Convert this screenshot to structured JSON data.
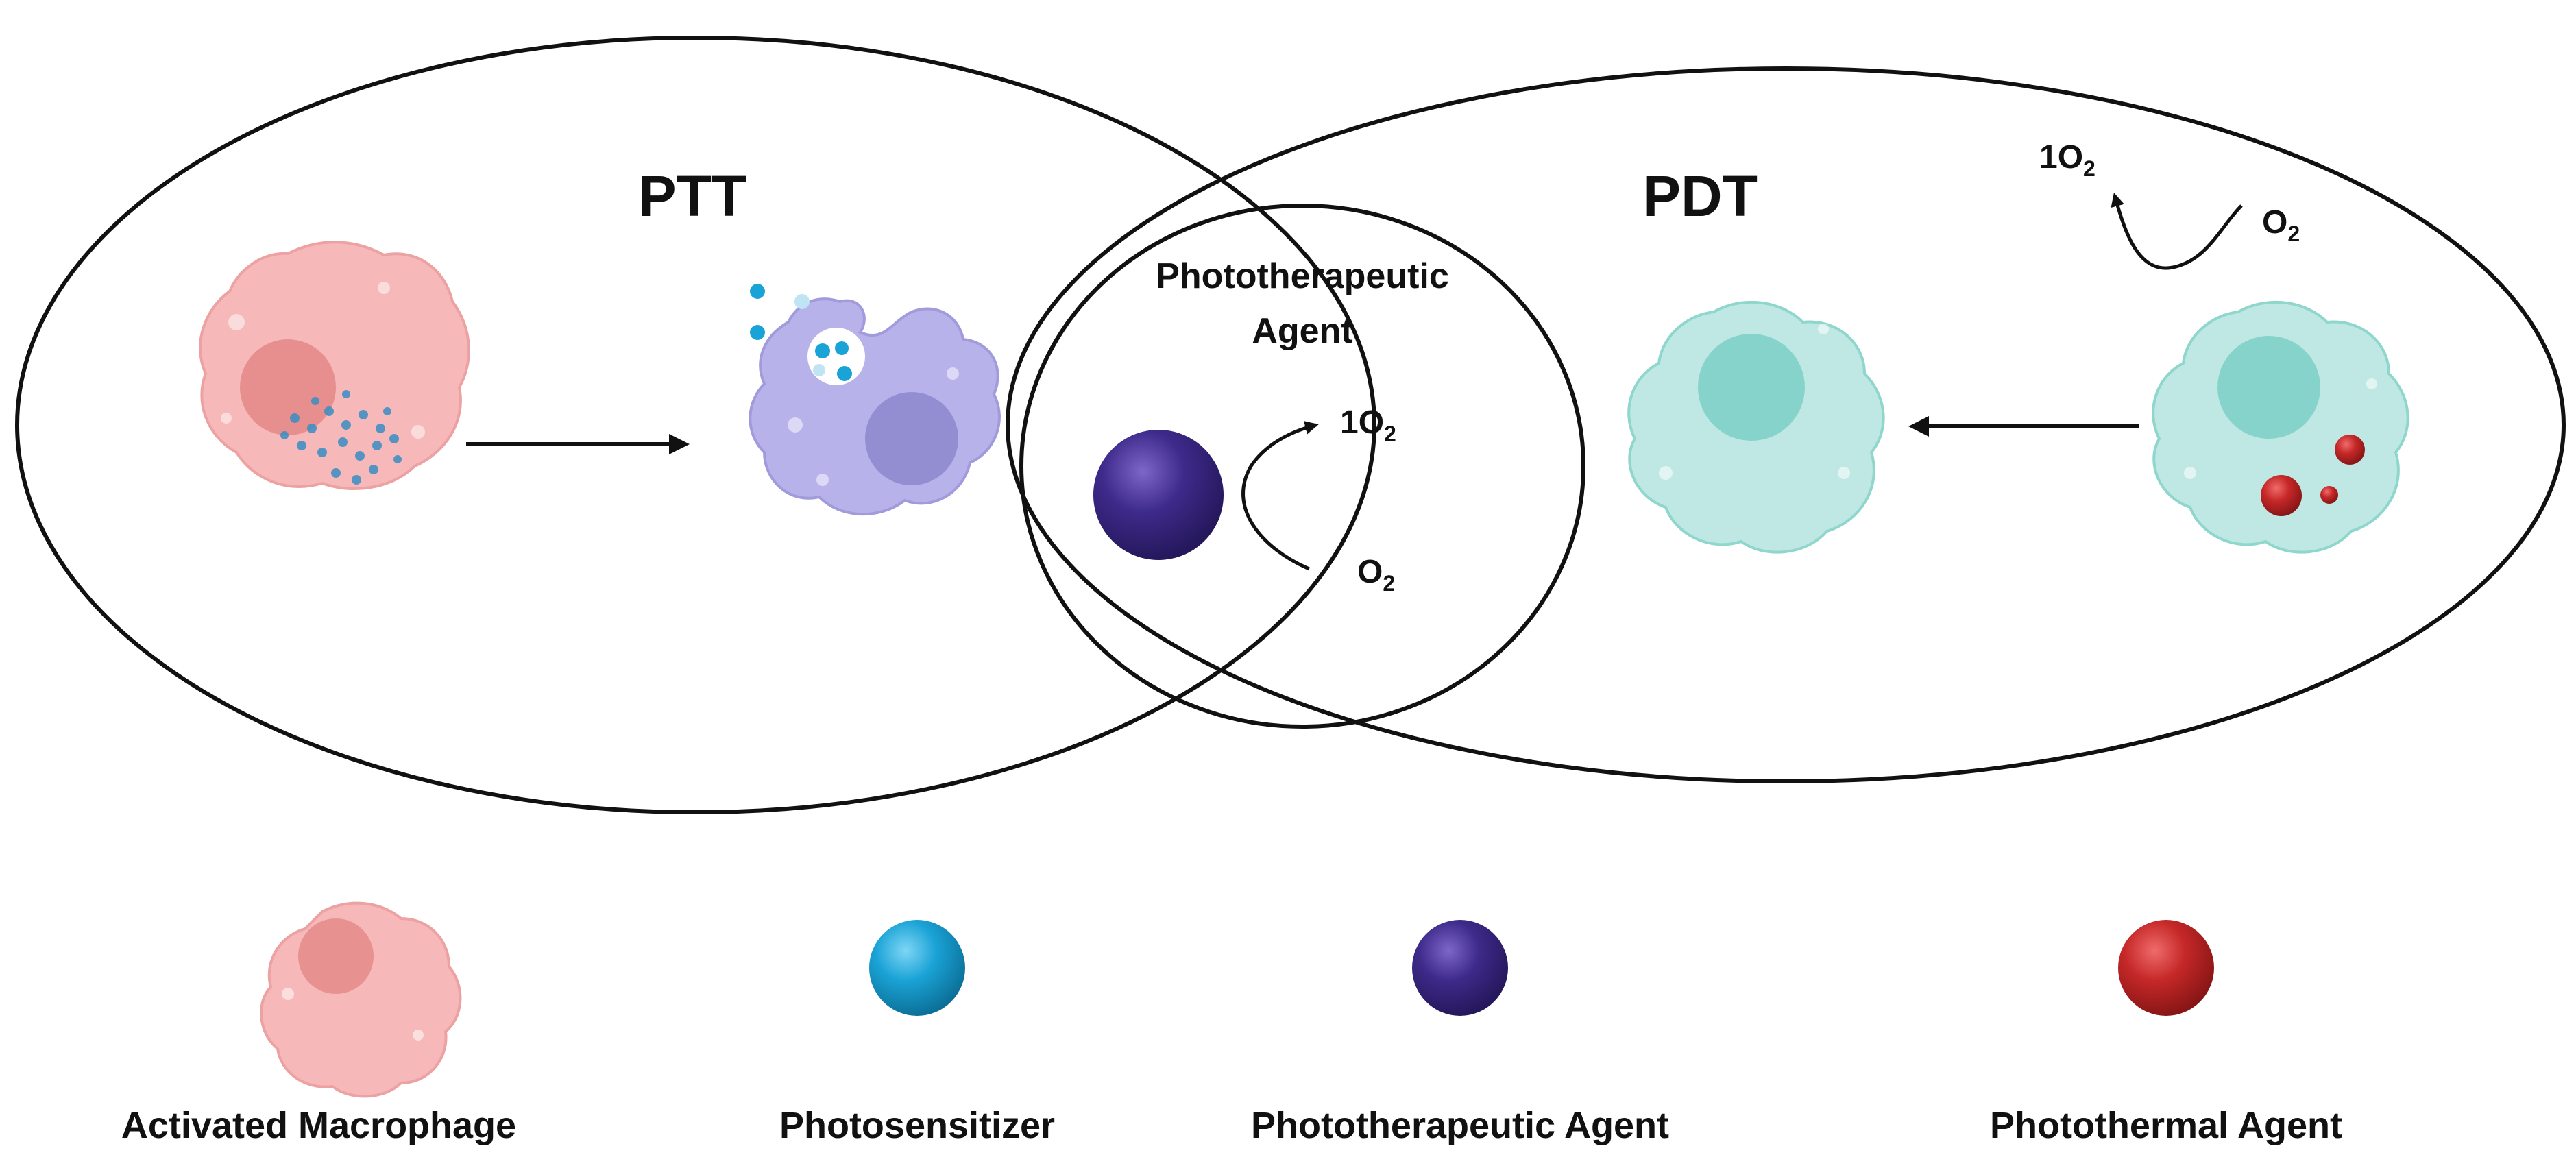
{
  "regions": {
    "ptt": {
      "label": "PTT"
    },
    "pdt": {
      "label": "PDT"
    },
    "overlap": {
      "label_line1": "Phototherapeutic",
      "label_line2": "Agent"
    }
  },
  "chem": {
    "center_product": {
      "main": "1O",
      "sub": "2"
    },
    "center_reactant": {
      "main": "O",
      "sub": "2"
    },
    "right_product": {
      "main": "1O",
      "sub": "2"
    },
    "right_reactant": {
      "main": "O",
      "sub": "2"
    }
  },
  "legend": [
    {
      "label": "Activated Macrophage",
      "icon": "macrophage-icon",
      "color": "#f6b8b8"
    },
    {
      "label": "Photosensitizer",
      "icon": "photosensitizer-icon",
      "color": "#1aa3d6"
    },
    {
      "label": "Phototherapeutic Agent",
      "icon": "phototherapeutic-agent-icon",
      "color": "#3e2a8a"
    },
    {
      "label": "Photothermal Agent",
      "icon": "photothermal-agent-icon",
      "color": "#c62828"
    }
  ],
  "colors": {
    "macrophage_pink": "#f6b8b8",
    "macrophage_nucleus": "#e58a8a",
    "purple_cell": "#b7b3ea",
    "purple_nucleus": "#8f88cf",
    "teal_cell": "#bfe8e4",
    "teal_nucleus": "#7fd0c8",
    "photosensitizer_blue": "#1aa3d6",
    "phototherapeutic_purple": "#3e2a8a",
    "photothermal_red": "#c62828"
  }
}
